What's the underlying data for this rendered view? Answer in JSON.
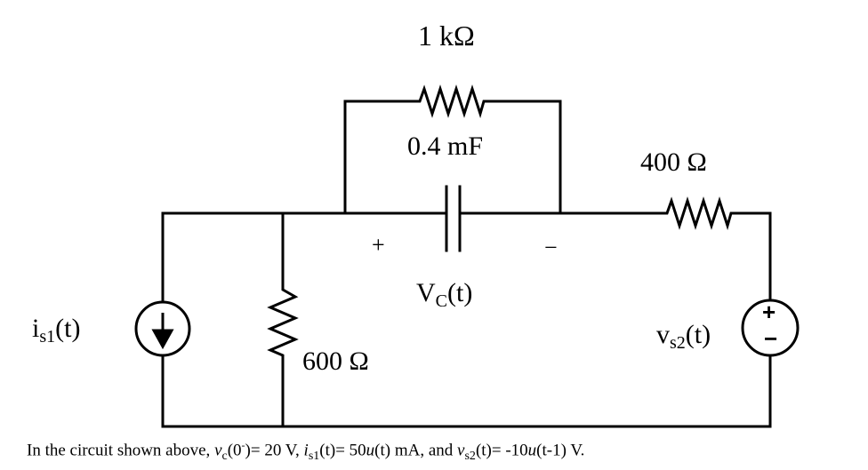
{
  "labels": {
    "r_top": "1 kΩ",
    "cap": "0.4 mF",
    "r_right": "400 Ω",
    "r_shunt": "600 Ω",
    "plus_cap": "+",
    "minus_cap": "−",
    "vc_main": "V",
    "vc_sub": "C",
    "vc_arg": "(t)",
    "is1_main": "i",
    "is1_sub": "s1",
    "is1_arg": "(t)",
    "vs2_main": "v",
    "vs2_sub": "s2",
    "vs2_arg": "(t)",
    "src_plus": "+",
    "src_minus": "−"
  },
  "caption": {
    "prefix": "In the circuit shown above, ",
    "v": "v",
    "c_sub": "c",
    "paren_open": "(0",
    "minus_sup": "-",
    "vc_rest": ")= 20 V, ",
    "i": "i",
    "s1_sub": "s1",
    "is1_rest1": "(t)= 50",
    "u1": "u",
    "is1_rest2": "(t) mA, and ",
    "v2": "v",
    "s2_sub": "s2",
    "vs2_rest1": "(t)= -10",
    "u2": "u",
    "vs2_rest2": "(t-1) V."
  }
}
